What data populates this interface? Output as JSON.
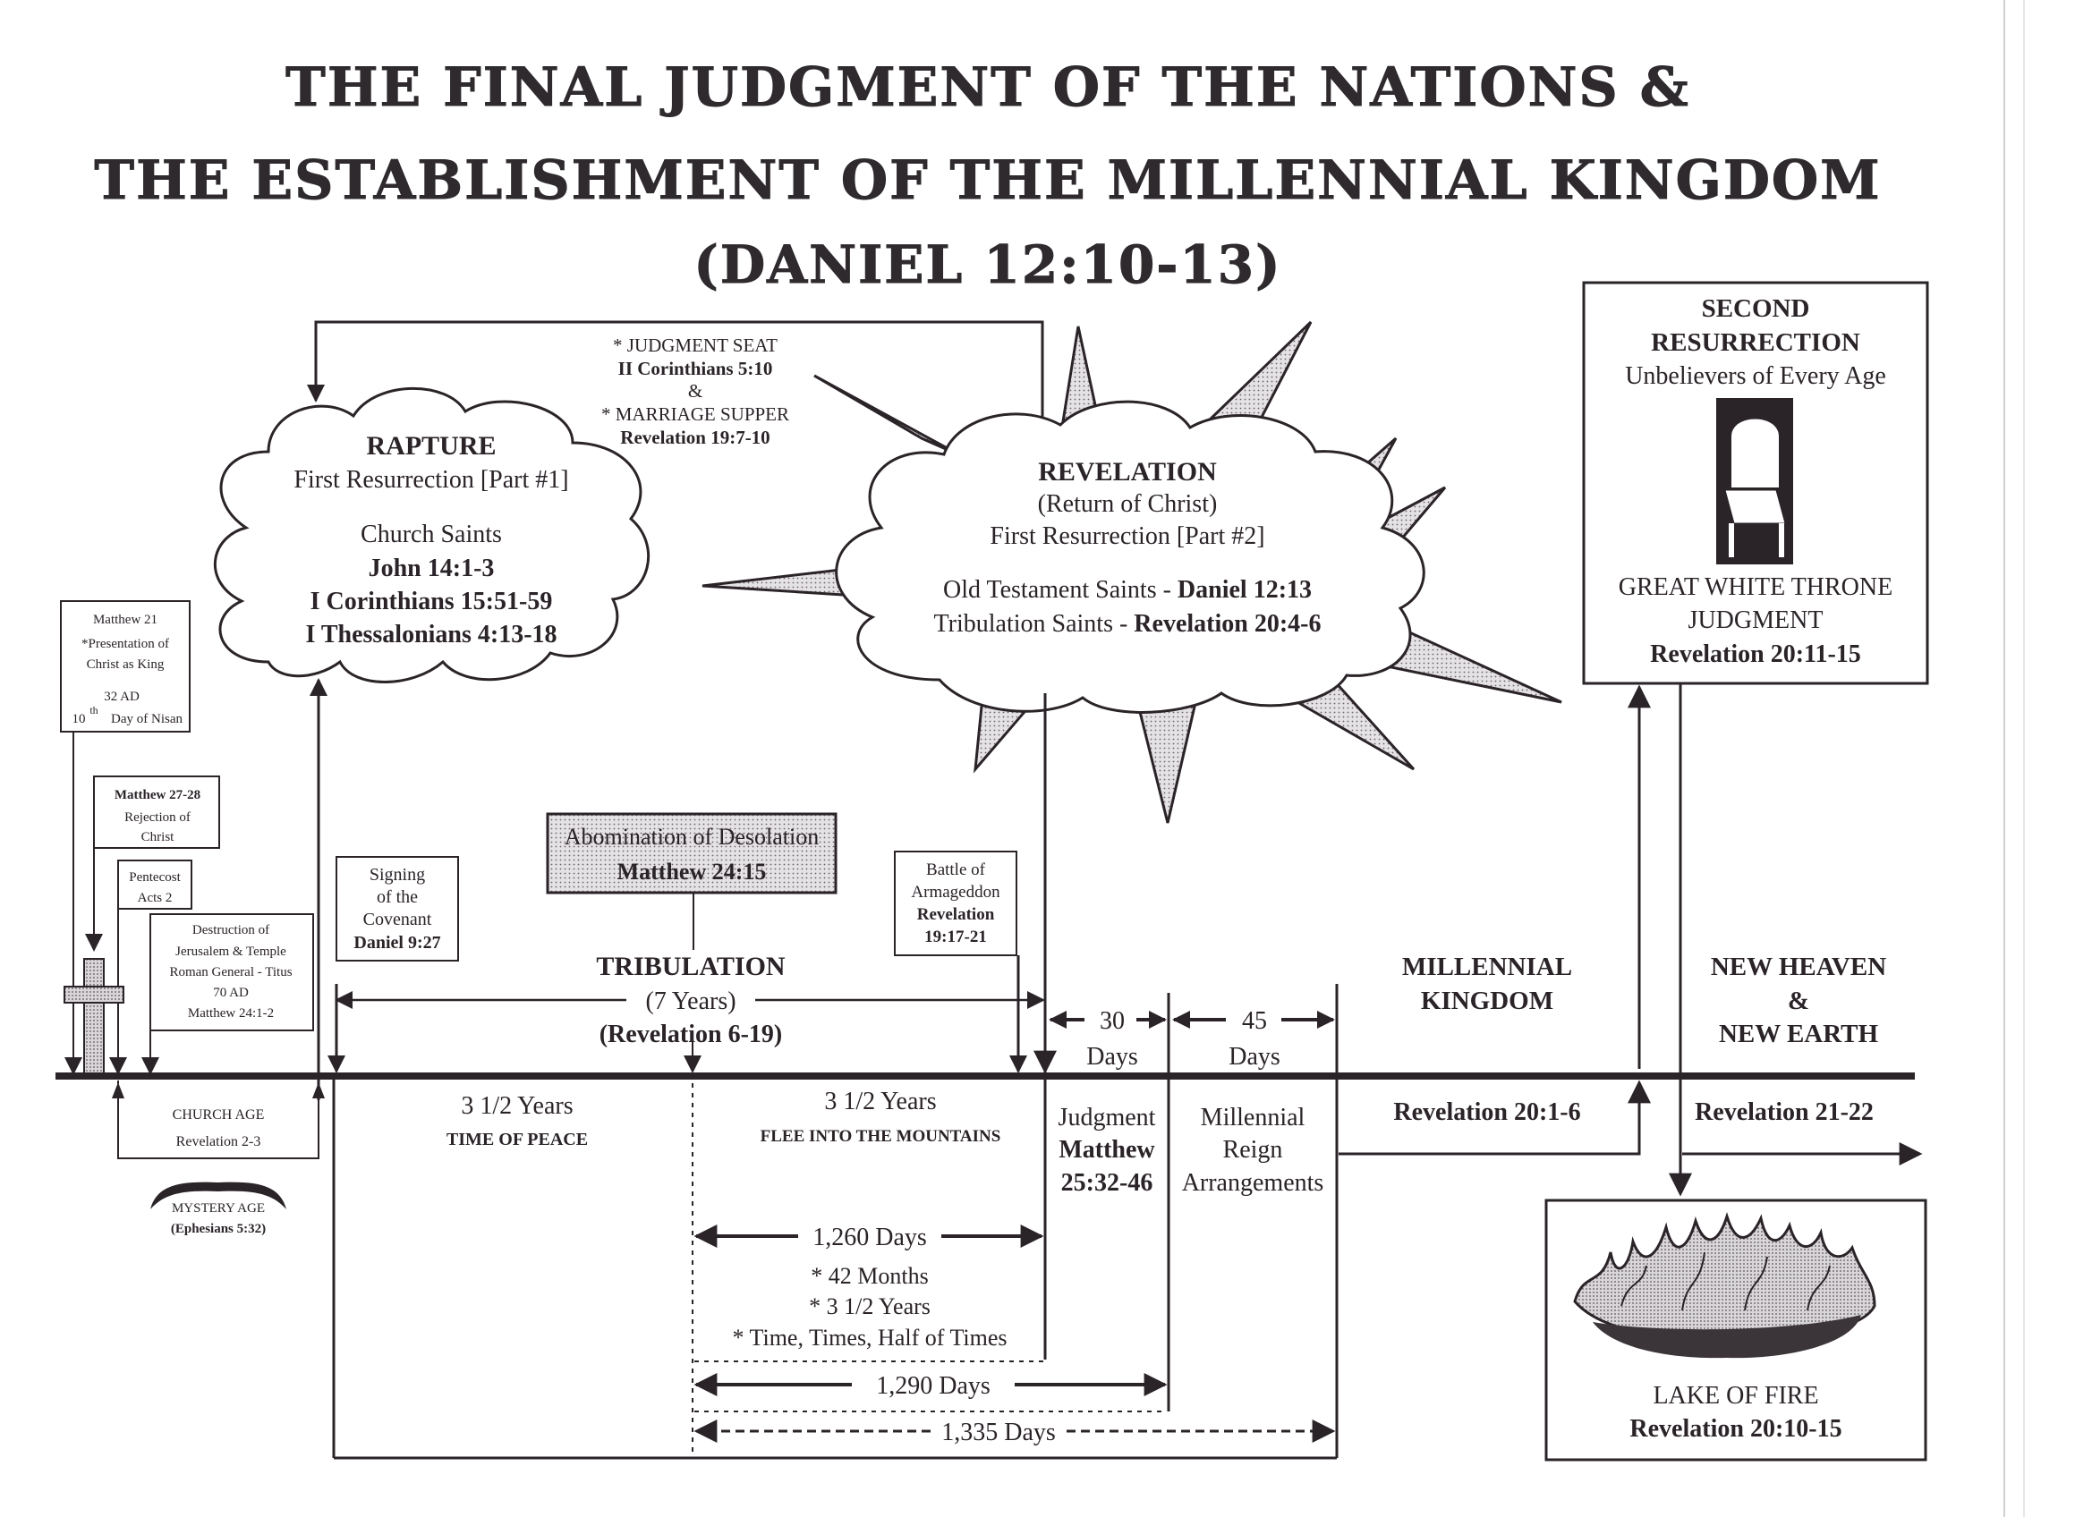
{
  "title": {
    "line1": "THE FINAL JUDGMENT OF THE NATIONS &",
    "line2": "THE ESTABLISHMENT OF THE MILLENNIAL KINGDOM",
    "line3": "(DANIEL 12:10-13)"
  },
  "judgment_seat": {
    "l1": "* JUDGMENT SEAT",
    "l2": "II Corinthians 5:10",
    "l3": "&",
    "l4": "* MARRIAGE SUPPER",
    "l5": "Revelation 19:7-10"
  },
  "rapture": {
    "title": "RAPTURE",
    "subtitle": "First Resurrection [Part #1]",
    "group": "Church Saints",
    "ref1": "John 14:1-3",
    "ref2": "I Corinthians 15:51-59",
    "ref3": "I Thessalonians 4:13-18"
  },
  "revelation": {
    "title": "REVELATION",
    "l1": "(Return of Christ)",
    "l2": "First Resurrection [Part #2]",
    "ot_label": "Old Testament Saints - ",
    "ot_ref": "Daniel 12:13",
    "trib_label": "Tribulation Saints - ",
    "trib_ref": "Revelation 20:4-6"
  },
  "second_resurrection": {
    "l1": "SECOND",
    "l2": "RESURRECTION",
    "l3": "Unbelievers of Every Age",
    "l4": "GREAT WHITE THRONE",
    "l5": "JUDGMENT",
    "ref": "Revelation 20:11-15"
  },
  "matthew21": {
    "l1": "Matthew 21",
    "l2": "*Presentation of",
    "l3": "Christ as King",
    "l4": "32 AD",
    "l5": "10",
    "l5sup": "th",
    "l6": "Day of Nisan"
  },
  "matthew27": {
    "l1": "Matthew 27-28",
    "l2": "Rejection of",
    "l3": "Christ"
  },
  "pentecost": {
    "l1": "Pentecost",
    "l2": "Acts 2"
  },
  "destruction": {
    "l1": "Destruction of",
    "l2": "Jerusalem & Temple",
    "l3": "Roman General - Titus",
    "l4": "70 AD",
    "l5": "Matthew 24:1-2"
  },
  "covenant": {
    "l1": "Signing",
    "l2": "of the",
    "l3": "Covenant",
    "l4": "Daniel 9:27"
  },
  "abomination": {
    "l1": "Abomination of Desolation",
    "l2": "Matthew 24:15"
  },
  "armageddon": {
    "l1": "Battle of",
    "l2": "Armageddon",
    "l3": "Revelation",
    "l4": "19:17-21"
  },
  "tribulation": {
    "l1": "TRIBULATION",
    "l2": "(7 Years)",
    "l3": "(Revelation 6-19)"
  },
  "days30": {
    "n": "30",
    "l": "Days"
  },
  "days45": {
    "n": "45",
    "l": "Days"
  },
  "millennial_kingdom": {
    "l1": "MILLENNIAL",
    "l2": "KINGDOM",
    "ref": "Revelation 20:1-6"
  },
  "new_heaven": {
    "l1": "NEW HEAVEN",
    "l2": "&",
    "l3": "NEW EARTH",
    "ref": "Revelation 21-22"
  },
  "church_age": {
    "l1": "CHURCH AGE",
    "l2": "Revelation 2-3",
    "mystery": "MYSTERY AGE",
    "mystery_ref": "(Ephesians 5:32)"
  },
  "peace": {
    "l1": "3 1/2 Years",
    "l2": "TIME OF PEACE"
  },
  "flee": {
    "l1": "3 1/2 Years",
    "l2": "FLEE INTO THE MOUNTAINS"
  },
  "judgment": {
    "l1": "Judgment",
    "l2": "Matthew",
    "l3": "25:32-46"
  },
  "reign": {
    "l1": "Millennial",
    "l2": "Reign",
    "l3": "Arrangements"
  },
  "days1260": {
    "label": "1,260 Days",
    "l1": "* 42 Months",
    "l2": "* 3 1/2 Years",
    "l3": "* Time, Times, Half of Times"
  },
  "days1290": {
    "label": "1,290 Days"
  },
  "days1335": {
    "label": "1,335 Days"
  },
  "lake": {
    "l1": "LAKE OF FIRE",
    "l2": "Revelation 20:10-15"
  }
}
